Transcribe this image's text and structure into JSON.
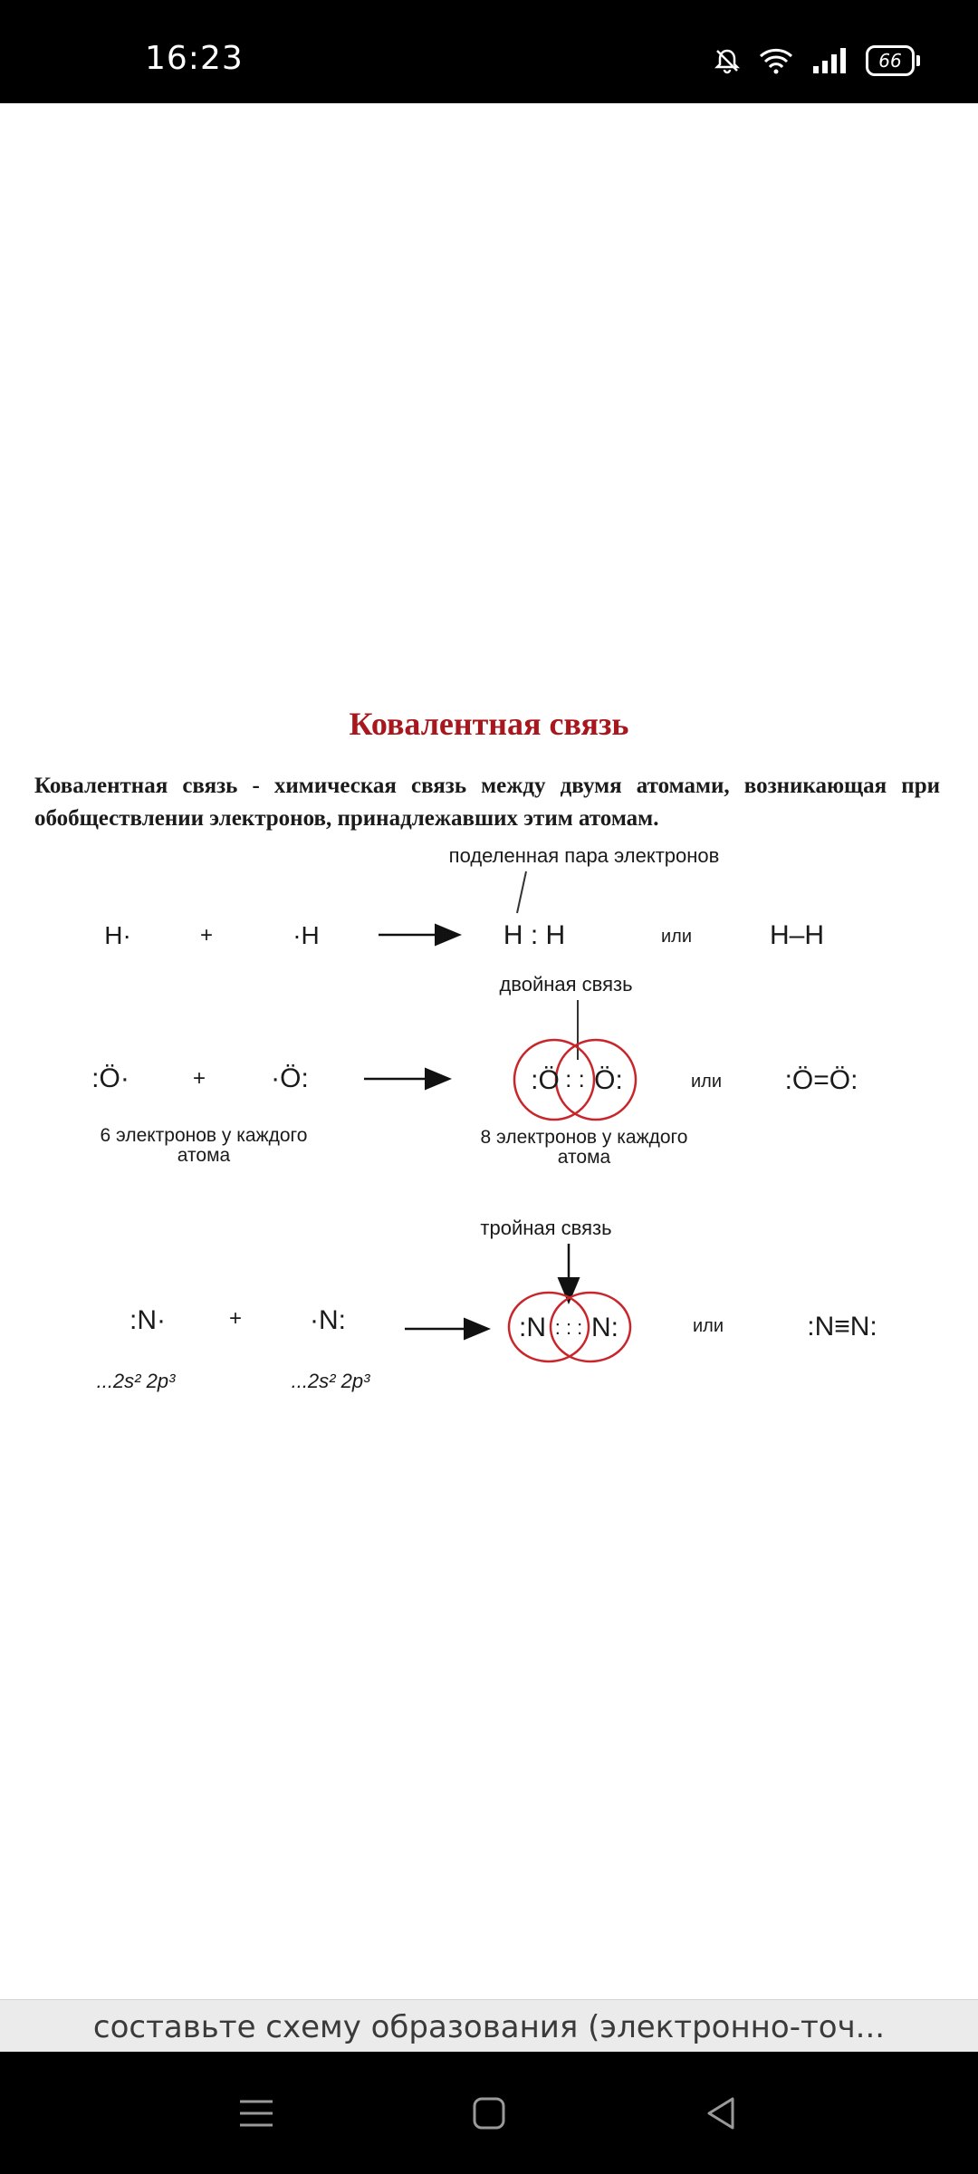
{
  "status_bar": {
    "time": "16:23",
    "battery": "66",
    "icons": [
      "bell-off-icon",
      "wifi-icon",
      "signal-icon",
      "battery-icon"
    ]
  },
  "document": {
    "title": "Ковалентная связь",
    "definition": "Ковалентная связь - химическая связь между двумя атомами, возникающая при обобществлении электронов, принадлежавших этим атомам.",
    "colors": {
      "title": "#a8171d",
      "ring": "#c8262b"
    },
    "diagram": {
      "row_h": {
        "label_top": "поделенная пара электронов",
        "left": "H·",
        "plus": "+",
        "right": "·H",
        "product": "H : H",
        "or": "или",
        "alt": "H–H"
      },
      "row_o": {
        "label_top": "двойная связь",
        "left": ":Ö·",
        "plus": "+",
        "right": "·Ö:",
        "left_caption_1": "6 электронов у каждого",
        "left_caption_2": "атома",
        "product_left": ":Ö",
        "product_mid": ": :",
        "product_right": "Ö:",
        "product_caption_1": "8 электронов у каждого",
        "product_caption_2": "атома",
        "or": "или",
        "alt": ":Ö=Ö:"
      },
      "row_n": {
        "label_top": "тройная связь",
        "left": ":N·",
        "plus": "+",
        "right": "·N:",
        "left_config": "...2s² 2p³",
        "right_config": "...2s² 2p³",
        "product_left": ":N",
        "product_mid": ": : :",
        "product_right": "N:",
        "or": "или",
        "alt": ":N≡N:"
      }
    }
  },
  "caption": {
    "text": "составьте схему образования (электронно-точ..."
  },
  "nav": {
    "buttons": [
      "menu-icon",
      "home-icon",
      "back-icon"
    ]
  }
}
